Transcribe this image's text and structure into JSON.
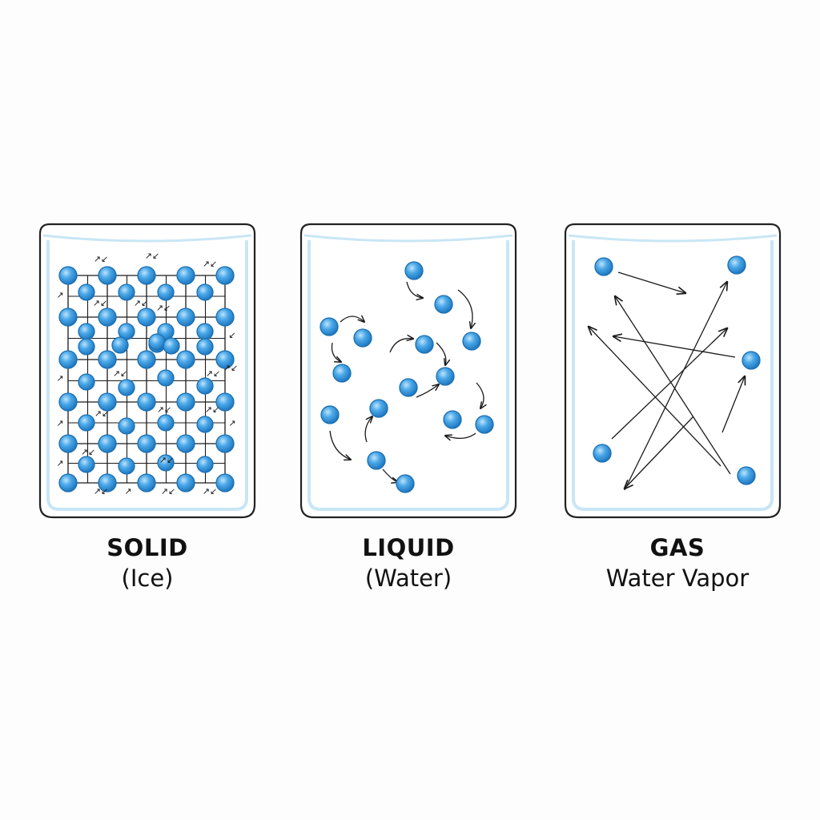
{
  "panels": [
    {
      "state": "SOLID",
      "sub": "(Ice)",
      "particle_motion": "vibrating in fixed lattice"
    },
    {
      "state": "LIQUID",
      "sub": "(Water)",
      "particle_motion": "sliding past each other"
    },
    {
      "state": "GAS",
      "sub": "Water Vapor",
      "particle_motion": "moving freely in straight lines"
    }
  ],
  "colors": {
    "particle": "#3b9ee0",
    "particle_edge": "#1d6fb0",
    "container_outline": "#222222",
    "container_inner": "#c9e6f5",
    "lattice": "#1a1a1a",
    "arrow": "#1a1a1a"
  }
}
